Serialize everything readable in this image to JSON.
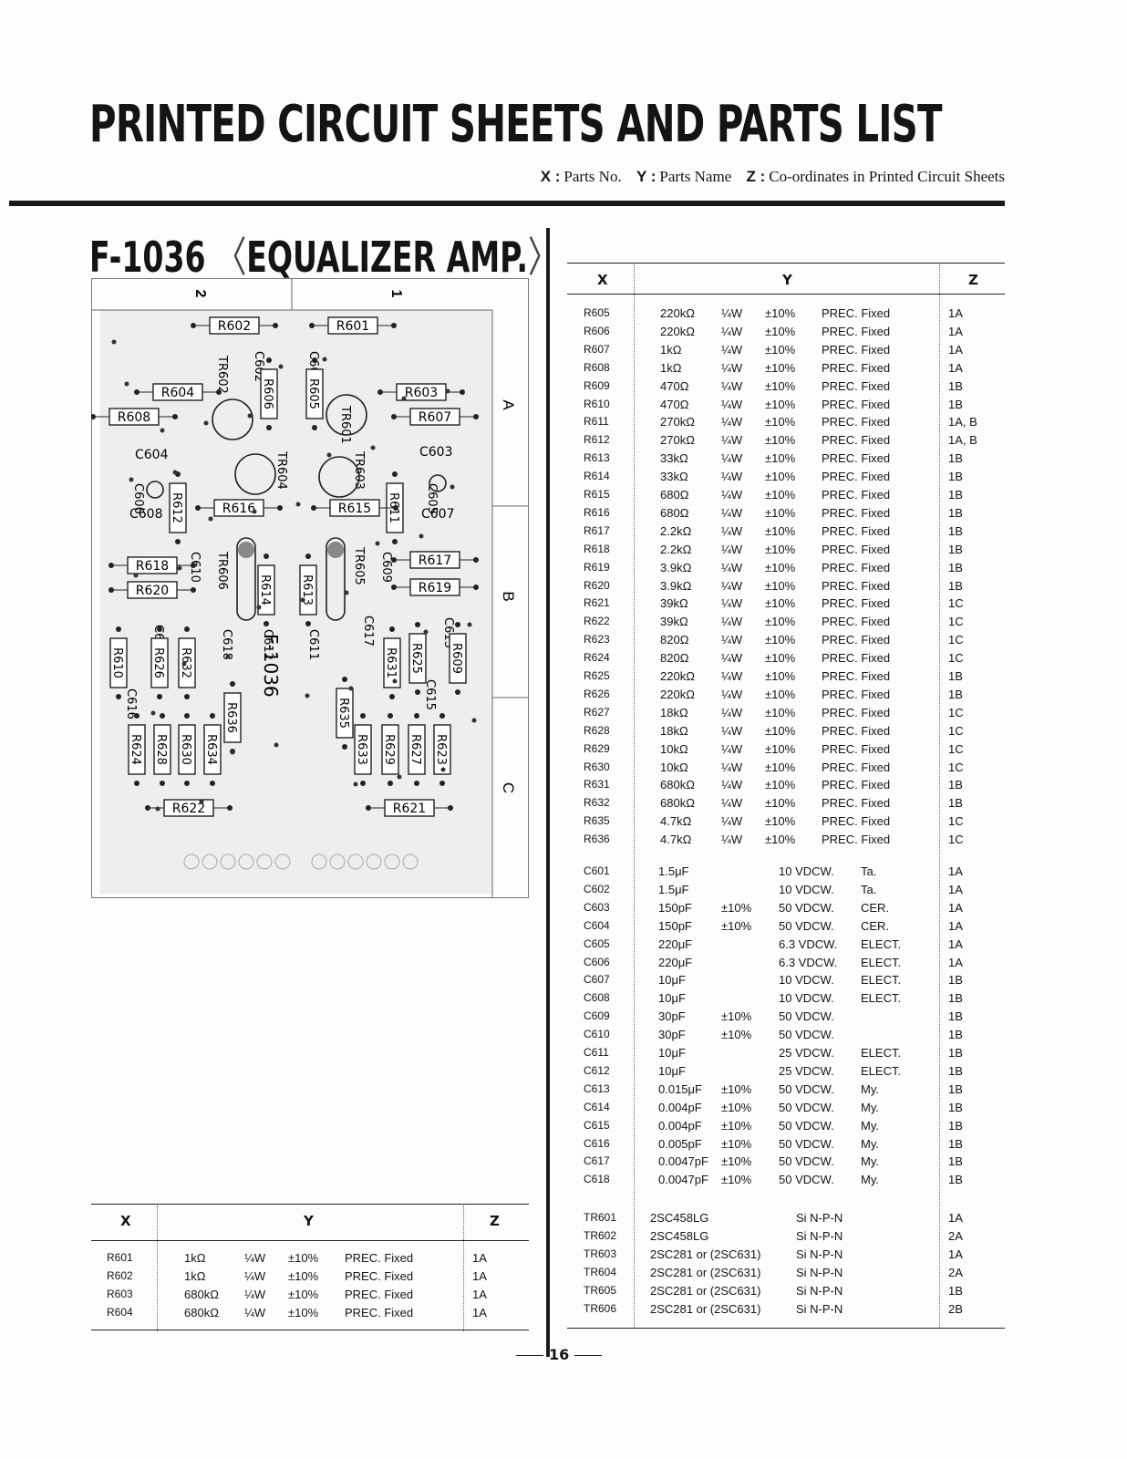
{
  "page_title": "PRINTED CIRCUIT SHEETS AND PARTS LIST",
  "legend": {
    "x_key": "X :",
    "x_text": "Parts No.",
    "y_key": "Y :",
    "y_text": "Parts Name",
    "z_key": "Z :",
    "z_text": "Co-ordinates in Printed Circuit Sheets"
  },
  "section": {
    "code": "F-1036",
    "name": "EQUALIZER AMP."
  },
  "board": {
    "column_labels": [
      "2",
      "1"
    ],
    "row_labels": [
      "A",
      "B",
      "C"
    ],
    "board_label": "F-1036",
    "components": [
      "R602",
      "R601",
      "TR602",
      "C602",
      "R606",
      "C601",
      "R605",
      "R604",
      "R603",
      "R608",
      "R607",
      "TR601",
      "TR603",
      "C604",
      "C606",
      "R612",
      "TR604",
      "C603",
      "R611",
      "C605",
      "C608",
      "R616",
      "R615",
      "C607",
      "C610",
      "TR606",
      "R614",
      "R613",
      "TR605",
      "C609",
      "R618",
      "R617",
      "R620",
      "R619",
      "C614",
      "C618",
      "C612",
      "C611",
      "C617",
      "C613",
      "R610",
      "R626",
      "R632",
      "R631",
      "R625",
      "R609",
      "C616",
      "R636",
      "R635",
      "C615",
      "R624",
      "R628",
      "R630",
      "R634",
      "R633",
      "R629",
      "R627",
      "R623",
      "R622",
      "R621"
    ]
  },
  "table_headers": {
    "x": "X",
    "y": "Y",
    "z": "Z"
  },
  "left_table": [
    {
      "x": "R601",
      "val": "1kΩ",
      "watt": "¼W",
      "tol": "±10%",
      "type": "PREC. Fixed",
      "z": "1A"
    },
    {
      "x": "R602",
      "val": "1kΩ",
      "watt": "¼W",
      "tol": "±10%",
      "type": "PREC. Fixed",
      "z": "1A"
    },
    {
      "x": "R603",
      "val": "680kΩ",
      "watt": "¼W",
      "tol": "±10%",
      "type": "PREC. Fixed",
      "z": "1A"
    },
    {
      "x": "R604",
      "val": "680kΩ",
      "watt": "¼W",
      "tol": "±10%",
      "type": "PREC. Fixed",
      "z": "1A"
    }
  ],
  "right_resistors": [
    {
      "x": "R605",
      "val": "220kΩ",
      "watt": "¼W",
      "tol": "±10%",
      "type": "PREC. Fixed",
      "z": "1A"
    },
    {
      "x": "R606",
      "val": "220kΩ",
      "watt": "¼W",
      "tol": "±10%",
      "type": "PREC. Fixed",
      "z": "1A"
    },
    {
      "x": "R607",
      "val": "1kΩ",
      "watt": "¼W",
      "tol": "±10%",
      "type": "PREC. Fixed",
      "z": "1A"
    },
    {
      "x": "R608",
      "val": "1kΩ",
      "watt": "¼W",
      "tol": "±10%",
      "type": "PREC. Fixed",
      "z": "1A"
    },
    {
      "x": "R609",
      "val": "470Ω",
      "watt": "¼W",
      "tol": "±10%",
      "type": "PREC. Fixed",
      "z": "1B"
    },
    {
      "x": "R610",
      "val": "470Ω",
      "watt": "¼W",
      "tol": "±10%",
      "type": "PREC. Fixed",
      "z": "1B"
    },
    {
      "x": "R611",
      "val": "270kΩ",
      "watt": "¼W",
      "tol": "±10%",
      "type": "PREC. Fixed",
      "z": "1A, B"
    },
    {
      "x": "R612",
      "val": "270kΩ",
      "watt": "¼W",
      "tol": "±10%",
      "type": "PREC. Fixed",
      "z": "1A, B"
    },
    {
      "x": "R613",
      "val": "33kΩ",
      "watt": "¼W",
      "tol": "±10%",
      "type": "PREC. Fixed",
      "z": "1B"
    },
    {
      "x": "R614",
      "val": "33kΩ",
      "watt": "¼W",
      "tol": "±10%",
      "type": "PREC. Fixed",
      "z": "1B"
    },
    {
      "x": "R615",
      "val": "680Ω",
      "watt": "¼W",
      "tol": "±10%",
      "type": "PREC. Fixed",
      "z": "1B"
    },
    {
      "x": "R616",
      "val": "680Ω",
      "watt": "¼W",
      "tol": "±10%",
      "type": "PREC. Fixed",
      "z": "1B"
    },
    {
      "x": "R617",
      "val": "2.2kΩ",
      "watt": "¼W",
      "tol": "±10%",
      "type": "PREC. Fixed",
      "z": "1B"
    },
    {
      "x": "R618",
      "val": "2.2kΩ",
      "watt": "¼W",
      "tol": "±10%",
      "type": "PREC. Fixed",
      "z": "1B"
    },
    {
      "x": "R619",
      "val": "3.9kΩ",
      "watt": "¼W",
      "tol": "±10%",
      "type": "PREC. Fixed",
      "z": "1B"
    },
    {
      "x": "R620",
      "val": "3.9kΩ",
      "watt": "¼W",
      "tol": "±10%",
      "type": "PREC. Fixed",
      "z": "1B"
    },
    {
      "x": "R621",
      "val": "39kΩ",
      "watt": "¼W",
      "tol": "±10%",
      "type": "PREC. Fixed",
      "z": "1C"
    },
    {
      "x": "R622",
      "val": "39kΩ",
      "watt": "¼W",
      "tol": "±10%",
      "type": "PREC. Fixed",
      "z": "1C"
    },
    {
      "x": "R623",
      "val": "820Ω",
      "watt": "¼W",
      "tol": "±10%",
      "type": "PREC. Fixed",
      "z": "1C"
    },
    {
      "x": "R624",
      "val": "820Ω",
      "watt": "¼W",
      "tol": "±10%",
      "type": "PREC. Fixed",
      "z": "1C"
    },
    {
      "x": "R625",
      "val": "220kΩ",
      "watt": "¼W",
      "tol": "±10%",
      "type": "PREC. Fixed",
      "z": "1B"
    },
    {
      "x": "R626",
      "val": "220kΩ",
      "watt": "¼W",
      "tol": "±10%",
      "type": "PREC. Fixed",
      "z": "1B"
    },
    {
      "x": "R627",
      "val": "18kΩ",
      "watt": "¼W",
      "tol": "±10%",
      "type": "PREC. Fixed",
      "z": "1C"
    },
    {
      "x": "R628",
      "val": "18kΩ",
      "watt": "¼W",
      "tol": "±10%",
      "type": "PREC. Fixed",
      "z": "1C"
    },
    {
      "x": "R629",
      "val": "10kΩ",
      "watt": "¼W",
      "tol": "±10%",
      "type": "PREC. Fixed",
      "z": "1C"
    },
    {
      "x": "R630",
      "val": "10kΩ",
      "watt": "¼W",
      "tol": "±10%",
      "type": "PREC. Fixed",
      "z": "1C"
    },
    {
      "x": "R631",
      "val": "680kΩ",
      "watt": "¼W",
      "tol": "±10%",
      "type": "PREC. Fixed",
      "z": "1B"
    },
    {
      "x": "R632",
      "val": "680kΩ",
      "watt": "¼W",
      "tol": "±10%",
      "type": "PREC. Fixed",
      "z": "1B"
    },
    {
      "x": "R635",
      "val": "4.7kΩ",
      "watt": "¼W",
      "tol": "±10%",
      "type": "PREC. Fixed",
      "z": "1C"
    },
    {
      "x": "R636",
      "val": "4.7kΩ",
      "watt": "¼W",
      "tol": "±10%",
      "type": "PREC. Fixed",
      "z": "1C"
    }
  ],
  "right_capacitors": [
    {
      "x": "C601",
      "val": "1.5μF",
      "tol": "",
      "volt": "10 VDCW.",
      "type": "Ta.",
      "z": "1A"
    },
    {
      "x": "C602",
      "val": "1.5μF",
      "tol": "",
      "volt": "10 VDCW.",
      "type": "Ta.",
      "z": "1A"
    },
    {
      "x": "C603",
      "val": "150pF",
      "tol": "±10%",
      "volt": "50 VDCW.",
      "type": "CER.",
      "z": "1A"
    },
    {
      "x": "C604",
      "val": "150pF",
      "tol": "±10%",
      "volt": "50 VDCW.",
      "type": "CER.",
      "z": "1A"
    },
    {
      "x": "C605",
      "val": "220μF",
      "tol": "",
      "volt": "6.3 VDCW.",
      "type": "ELECT.",
      "z": "1A"
    },
    {
      "x": "C606",
      "val": "220μF",
      "tol": "",
      "volt": "6.3 VDCW.",
      "type": "ELECT.",
      "z": "1A"
    },
    {
      "x": "C607",
      "val": "10μF",
      "tol": "",
      "volt": "10 VDCW.",
      "type": "ELECT.",
      "z": "1B"
    },
    {
      "x": "C608",
      "val": "10μF",
      "tol": "",
      "volt": "10 VDCW.",
      "type": "ELECT.",
      "z": "1B"
    },
    {
      "x": "C609",
      "val": "30pF",
      "tol": "±10%",
      "volt": "50 VDCW.",
      "type": "",
      "z": "1B"
    },
    {
      "x": "C610",
      "val": "30pF",
      "tol": "±10%",
      "volt": "50 VDCW.",
      "type": "",
      "z": "1B"
    },
    {
      "x": "C611",
      "val": "10μF",
      "tol": "",
      "volt": "25 VDCW.",
      "type": "ELECT.",
      "z": "1B"
    },
    {
      "x": "C612",
      "val": "10μF",
      "tol": "",
      "volt": "25 VDCW.",
      "type": "ELECT.",
      "z": "1B"
    },
    {
      "x": "C613",
      "val": "0.015μF",
      "tol": "±10%",
      "volt": "50 VDCW.",
      "type": "My.",
      "z": "1B"
    },
    {
      "x": "C614",
      "val": "0.004pF",
      "tol": "±10%",
      "volt": "50 VDCW.",
      "type": "My.",
      "z": "1B"
    },
    {
      "x": "C615",
      "val": "0.004pF",
      "tol": "±10%",
      "volt": "50 VDCW.",
      "type": "My.",
      "z": "1B"
    },
    {
      "x": "C616",
      "val": "0.005pF",
      "tol": "±10%",
      "volt": "50 VDCW.",
      "type": "My.",
      "z": "1B"
    },
    {
      "x": "C617",
      "val": "0.0047pF",
      "tol": "±10%",
      "volt": "50 VDCW.",
      "type": "My.",
      "z": "1B"
    },
    {
      "x": "C618",
      "val": "0.0047pF",
      "tol": "±10%",
      "volt": "50 VDCW.",
      "type": "My.",
      "z": "1B"
    }
  ],
  "right_transistors": [
    {
      "x": "TR601",
      "part": "2SC458LG",
      "type": "Si N-P-N",
      "z": "1A"
    },
    {
      "x": "TR602",
      "part": "2SC458LG",
      "type": "Si N-P-N",
      "z": "2A"
    },
    {
      "x": "TR603",
      "part": "2SC281 or (2SC631)",
      "type": "Si N-P-N",
      "z": "1A"
    },
    {
      "x": "TR604",
      "part": "2SC281 or (2SC631)",
      "type": "Si N-P-N",
      "z": "2A"
    },
    {
      "x": "TR605",
      "part": "2SC281 or (2SC631)",
      "type": "Si N-P-N",
      "z": "1B"
    },
    {
      "x": "TR606",
      "part": "2SC281 or (2SC631)",
      "type": "Si N-P-N",
      "z": "2B"
    }
  ],
  "page_number": "16"
}
